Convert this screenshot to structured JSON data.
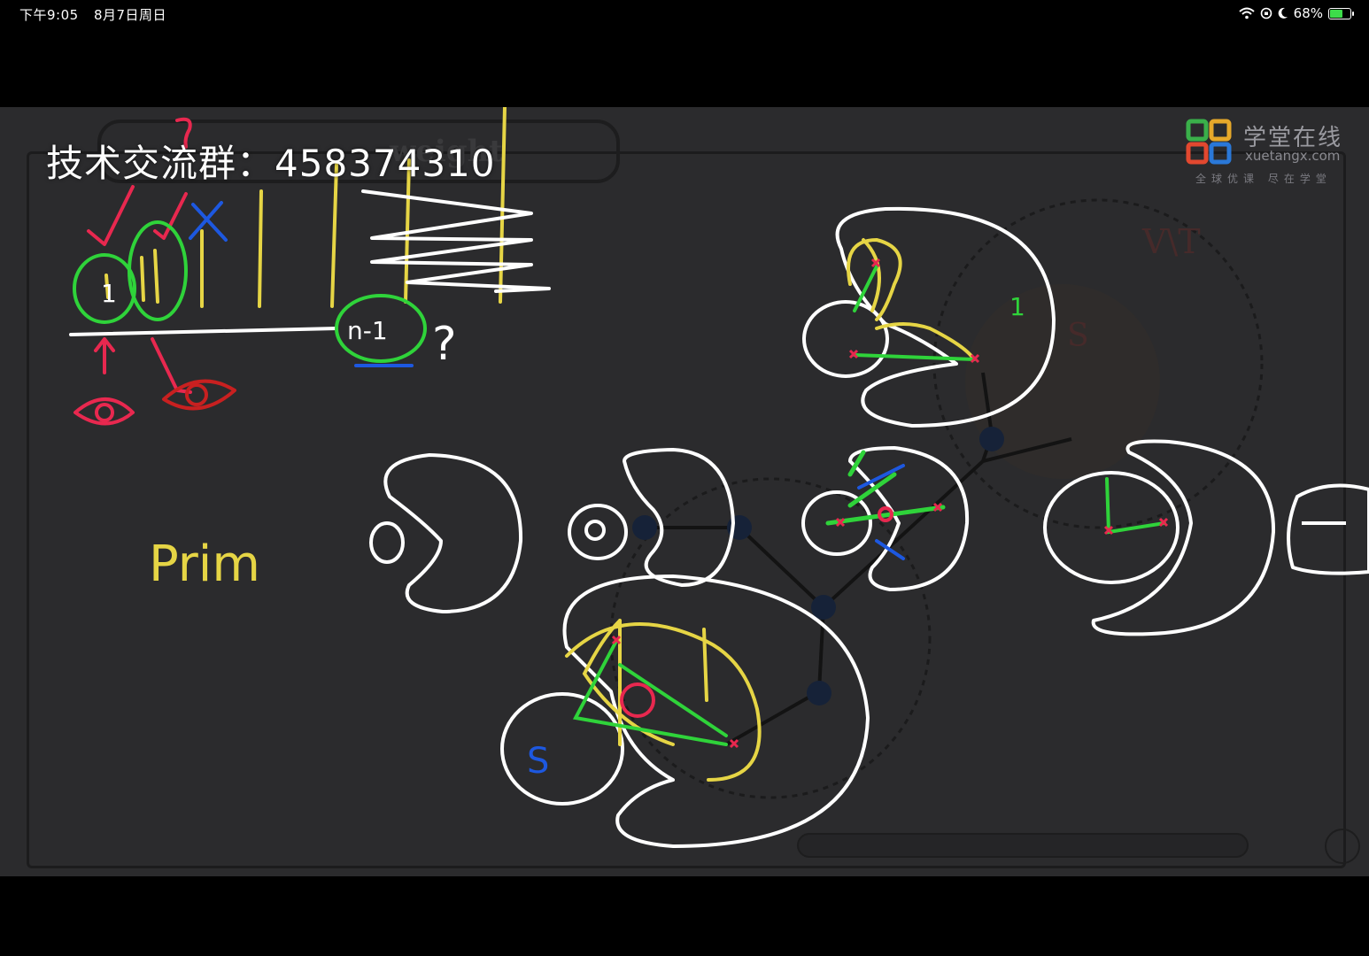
{
  "status_bar": {
    "time": "下午9:05",
    "date": "8月7日周日",
    "battery": "68%",
    "battery_level": 0.68
  },
  "video": {
    "overlay_text": "技术交流群：458374310",
    "slide_title": "weight",
    "logo": {
      "name_cn": "学堂在线",
      "url": "xuetangx.com",
      "slogan": "全球优课 尽在学堂"
    },
    "annotations": {
      "one_a": "1",
      "one_b": "1",
      "n_minus_1": "n-1",
      "question": "?",
      "prim": "Prim",
      "vt": "V\\T",
      "s": "S",
      "s_blue": "S"
    }
  },
  "colors": {
    "ink_white": "#ffffff",
    "ink_yellow": "#e6d545",
    "ink_green": "#2fd33a",
    "ink_red": "#e8284f",
    "ink_blue": "#1d58e0",
    "board": "#2b2b2d"
  }
}
